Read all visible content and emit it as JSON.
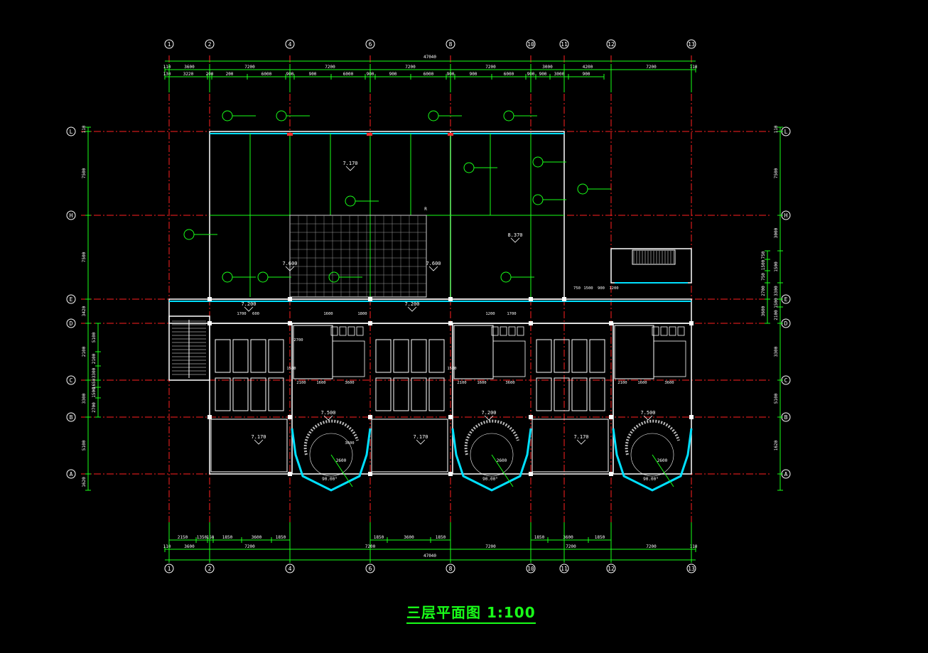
{
  "title": "三层平面图 1:100",
  "colors": {
    "background": "#000000",
    "axis": "#ff2020",
    "wall": "#ffffff",
    "dim": "#19ff19",
    "window": "#00e0ff",
    "column": "#ffffff",
    "accent": "#ff3030"
  },
  "axes_vertical": [
    "1",
    "2",
    "4",
    "6",
    "8",
    "10",
    "11",
    "12",
    "13"
  ],
  "axes_horizontal": [
    "L",
    "H",
    "E",
    "D",
    "C",
    "B",
    "A"
  ],
  "dims": {
    "top_total": "47040",
    "top_row1": [
      "110",
      "3600",
      "7200",
      "7200",
      "7200",
      "7200",
      "3000",
      "4200",
      "7200",
      "110"
    ],
    "top_row2": [
      "130",
      "3220",
      "200",
      "200",
      "6000",
      "900",
      "900",
      "6000",
      "900",
      "900",
      "6000",
      "900",
      "900",
      "6000",
      "900",
      "900",
      "3000",
      "900"
    ],
    "bottom_row1": [
      "2150",
      "1350",
      "150",
      "1850",
      "3600",
      "1850",
      "1850",
      "3600",
      "1850",
      "1850",
      "3600",
      "1850"
    ],
    "bottom_row2": [
      "110",
      "3600",
      "7200",
      "7200",
      "7200",
      "7200",
      "7200",
      "110"
    ],
    "bottom_total": "47040",
    "left_outer": [
      "110",
      "7500",
      "7500",
      "3420",
      "2100",
      "3300",
      "5100",
      "1620"
    ],
    "left_inner": [
      "5100",
      "2100",
      "3300",
      "1650",
      "1500",
      "2700"
    ],
    "right_outer": [
      "110",
      "7500",
      "3000",
      "1500",
      "3300",
      "1500",
      "2100",
      "3300",
      "5100",
      "1620"
    ],
    "right_inner": [
      "750",
      "1500",
      "750",
      "2700",
      "3600"
    ]
  },
  "elevations": [
    "7.170",
    "7.600",
    "7.600",
    "8.370",
    "7.200",
    "7.200",
    "7.500",
    "7.200",
    "7.500",
    "7.170",
    "7.170",
    "7.170"
  ],
  "room_dims": [
    "3600",
    "3600",
    "3600",
    "2100",
    "1600",
    "2100",
    "1600",
    "2100",
    "1600",
    "3600",
    "2700",
    "1500",
    "1500",
    "1600",
    "1800",
    "750",
    "1500",
    "900",
    "1200",
    "1700",
    "600",
    "1200",
    "1700"
  ],
  "detail_tags": [
    "90.00°",
    "90.00°",
    "90.00°",
    "R",
    "2600",
    "2600",
    "2600"
  ]
}
